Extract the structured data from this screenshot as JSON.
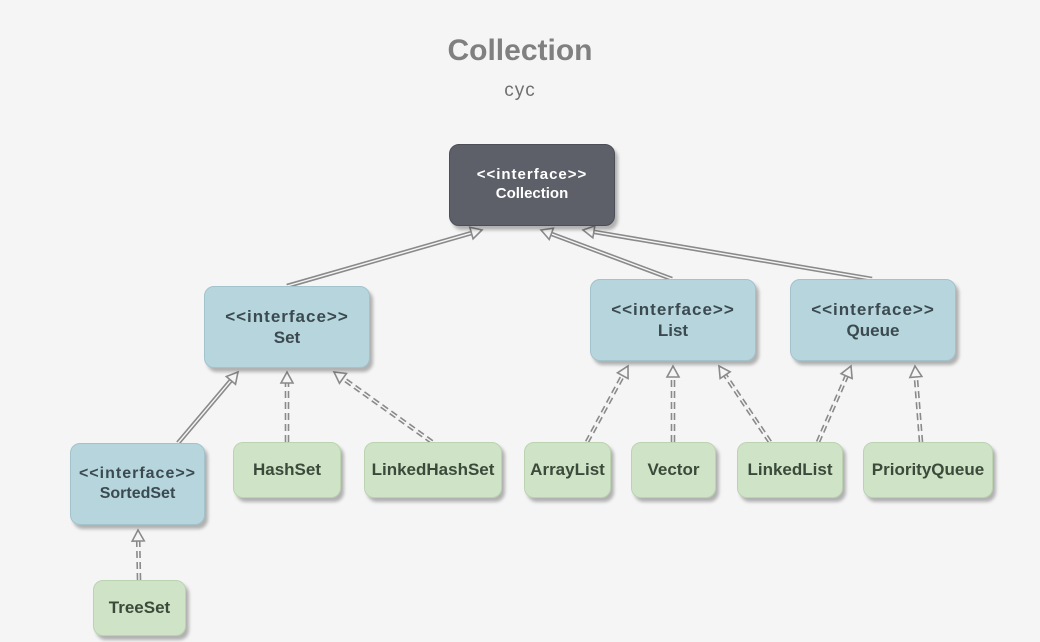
{
  "header": {
    "title": "Collection",
    "subtitle": "cyc"
  },
  "colors": {
    "root_fill": "#5d6068",
    "interface_fill": "#b6d5dd",
    "class_fill": "#cfe3c6",
    "edge": "#8a8a8a"
  },
  "nodes": {
    "collection": {
      "stereotype": "<<interface>>",
      "name": "Collection"
    },
    "set": {
      "stereotype": "<<interface>>",
      "name": "Set"
    },
    "list": {
      "stereotype": "<<interface>>",
      "name": "List"
    },
    "queue": {
      "stereotype": "<<interface>>",
      "name": "Queue"
    },
    "sortedset": {
      "stereotype": "<<interface>>",
      "name": "SortedSet"
    },
    "hashset": {
      "name": "HashSet"
    },
    "linkedhashset": {
      "name": "LinkedHashSet"
    },
    "arraylist": {
      "name": "ArrayList"
    },
    "vector": {
      "name": "Vector"
    },
    "linkedlist": {
      "name": "LinkedList"
    },
    "priorityqueue": {
      "name": "PriorityQueue"
    },
    "treeset": {
      "name": "TreeSet"
    }
  },
  "relations": [
    {
      "from": "set",
      "to": "collection",
      "kind": "extends"
    },
    {
      "from": "list",
      "to": "collection",
      "kind": "extends"
    },
    {
      "from": "queue",
      "to": "collection",
      "kind": "extends"
    },
    {
      "from": "sortedset",
      "to": "set",
      "kind": "extends"
    },
    {
      "from": "hashset",
      "to": "set",
      "kind": "implements"
    },
    {
      "from": "linkedhashset",
      "to": "set",
      "kind": "implements"
    },
    {
      "from": "arraylist",
      "to": "list",
      "kind": "implements"
    },
    {
      "from": "vector",
      "to": "list",
      "kind": "implements"
    },
    {
      "from": "linkedlist",
      "to": "list",
      "kind": "implements"
    },
    {
      "from": "linkedlist",
      "to": "queue",
      "kind": "implements"
    },
    {
      "from": "priorityqueue",
      "to": "queue",
      "kind": "implements"
    },
    {
      "from": "treeset",
      "to": "sortedset",
      "kind": "implements"
    }
  ]
}
